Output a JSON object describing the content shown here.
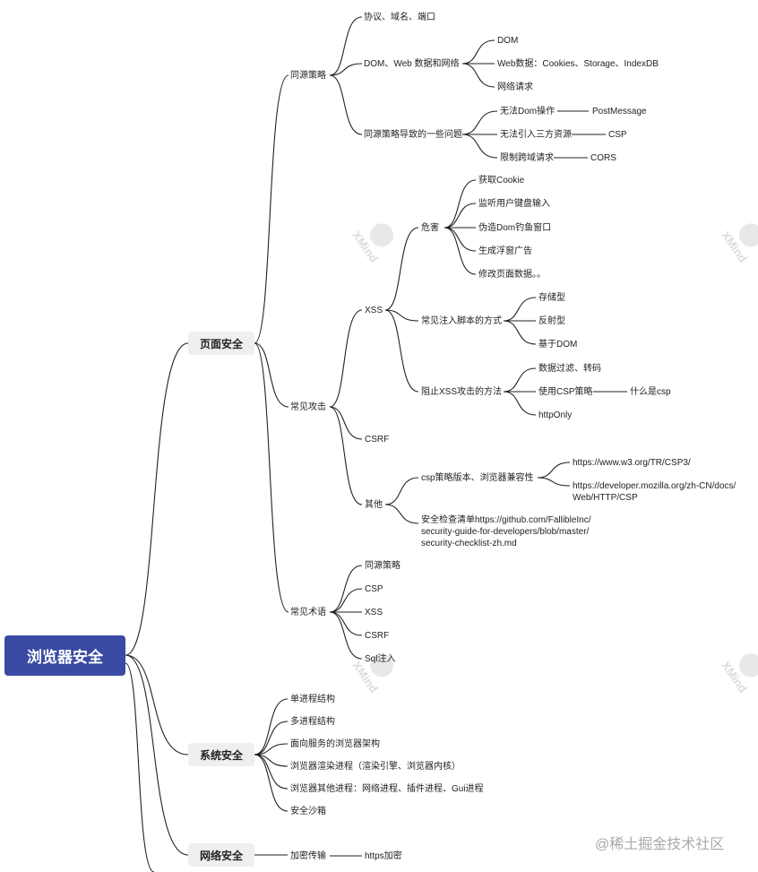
{
  "root": "浏览器安全",
  "main": {
    "page": "页面安全",
    "system": "系统安全",
    "network": "网络安全"
  },
  "same_origin": {
    "label": "同源策略",
    "items": [
      "协议、域名、端口",
      "DOM、Web 数据和网络",
      "同源策略导致的一些问题"
    ],
    "dom_web": [
      "DOM",
      "Web数据：Cookies、Storage、IndexDB",
      "网络请求"
    ],
    "issues": [
      "无法Dom操作",
      "无法引入三方资源",
      "限制跨域请求"
    ],
    "solutions": [
      "PostMessage",
      "CSP",
      "CORS"
    ]
  },
  "attacks": {
    "label": "常见攻击",
    "xss": "XSS",
    "harm": "危害",
    "harm_items": [
      "获取Cookie",
      "监听用户键盘输入",
      "伪造Dom钓鱼窗口",
      "生成浮窗广告",
      "修改页面数据。。"
    ],
    "inject": "常见注入脚本的方式",
    "inject_items": [
      "存储型",
      "反射型",
      "基于DOM"
    ],
    "prevent": "阻止XSS攻击的方法",
    "prevent_items": [
      "数据过滤、转码",
      "使用CSP策略",
      "httpOnly"
    ],
    "what_csp": "什么是csp",
    "csrf": "CSRF",
    "other": "其他",
    "csp_ver": "csp策略版本、浏览器兼容性",
    "url1": "https://www.w3.org/TR/CSP3/",
    "url2": "https://developer.mozilla.org/zh-CN/docs/\nWeb/HTTP/CSP",
    "checklist": "安全检查清单https://github.com/FallibleInc/\nsecurity-guide-for-developers/blob/master/\nsecurity-checklist-zh.md"
  },
  "terms": {
    "label": "常见术语",
    "items": [
      "同源策略",
      "CSP",
      "XSS",
      "CSRF",
      "Sql注入"
    ]
  },
  "system": [
    "单进程结构",
    "多进程结构",
    "面向服务的浏览器架构",
    "浏览器渲染进程（渲染引擎、浏览器内核）",
    "浏览器其他进程：网络进程、插件进程、Gui进程",
    "安全沙箱"
  ],
  "network": {
    "item": "加密传输",
    "sub": "https加密"
  },
  "watermark": "XMind",
  "footer": "@稀土掘金技术社区",
  "colors": {
    "root": "#3a4aa3",
    "main_bg": "#efefef",
    "line": "#222222"
  }
}
